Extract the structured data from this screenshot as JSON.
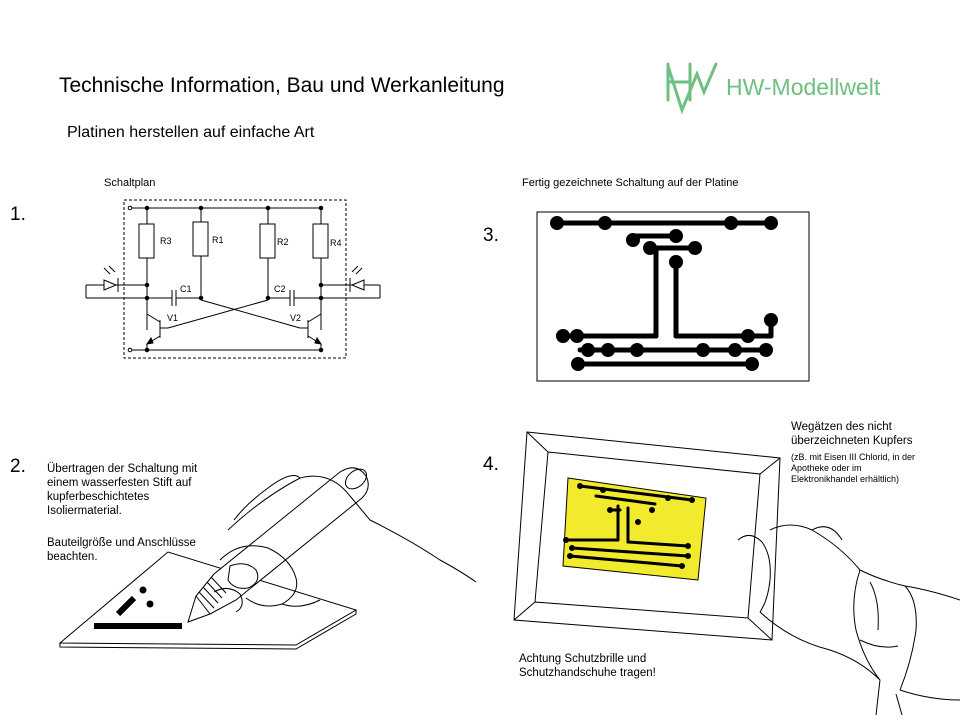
{
  "header": {
    "title": "Technische Information, Bau und Werkanleitung",
    "subtitle": "Platinen herstellen auf einfache Art",
    "brand": "HW-Modellwelt",
    "brand_color": "#6fbf80"
  },
  "steps": {
    "step1": {
      "number": "1.",
      "caption": "Schaltplan",
      "labels": {
        "r3": "R3",
        "r1": "R1",
        "r2": "R2",
        "r4": "R4",
        "c1": "C1",
        "c2": "C2",
        "v1": "V1",
        "v2": "V2"
      }
    },
    "step2": {
      "number": "2.",
      "text1_line1": "Übertragen der Schaltung mit",
      "text1_line2": "einem wasserfesten Stift auf",
      "text1_line3": "kupferbeschichtetes",
      "text1_line4": "Isoliermaterial.",
      "text2_line1": "Bauteilgröße und Anschlüsse",
      "text2_line2": "beachten."
    },
    "step3": {
      "number": "3.",
      "caption": "Fertig gezeichnete Schaltung auf der Platine"
    },
    "step4": {
      "number": "4.",
      "text_line1": "Wegätzen des nicht",
      "text_line2": "überzeichneten Kupfers",
      "small_line1": "(zB. mit Eisen III Chlorid, in der",
      "small_line2": "Apotheke oder im",
      "small_line3": "Elektronikhandel erhältlich)",
      "warning_line1": "Achtung Schutzbrille und",
      "warning_line2": "Schutzhandschuhe tragen!",
      "board_color": "#f2ea2c"
    }
  }
}
